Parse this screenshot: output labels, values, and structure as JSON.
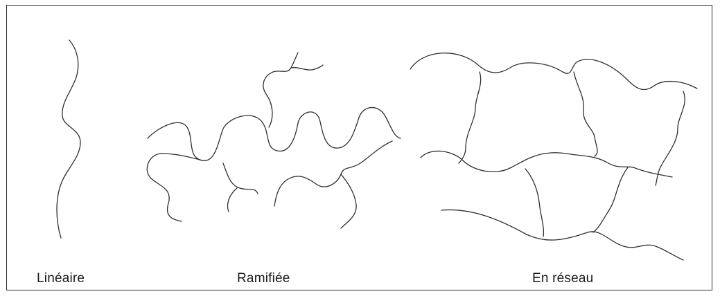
{
  "labels": {
    "linear": "Linéaire",
    "branched": "Ramifiée",
    "network": "En réseau"
  },
  "colors": {
    "stroke": "#2e2e2e",
    "border": "#2a2a2a",
    "background": "#ffffff"
  }
}
